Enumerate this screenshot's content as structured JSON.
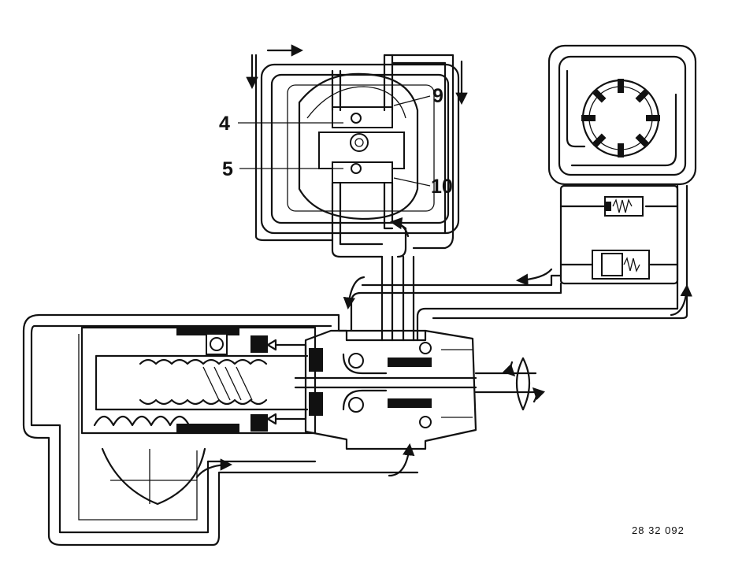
{
  "callouts": {
    "label_4": "4",
    "label_5": "5",
    "label_9": "9",
    "label_10": "10"
  },
  "figure_number": "28 32 092"
}
